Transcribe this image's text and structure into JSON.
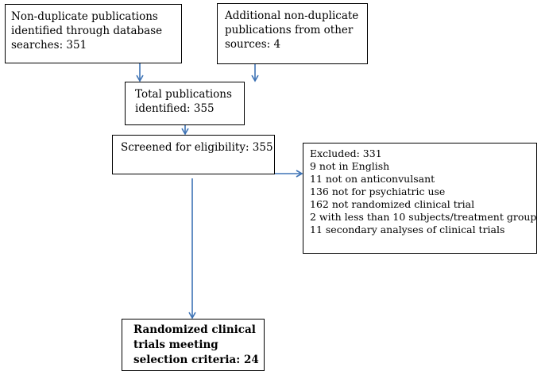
{
  "boxes": {
    "database": {
      "lines": [
        "Non-duplicate publications",
        "identified through database",
        "searches:  351"
      ]
    },
    "other_sources": {
      "lines": [
        "Additional non-duplicate",
        "publications from other",
        "sources: 4"
      ]
    },
    "total": {
      "lines": [
        "Total publications",
        "identified: 355"
      ]
    },
    "screened": {
      "lines": [
        "Screened for eligibility: 355"
      ]
    },
    "excluded": {
      "lines": [
        "Excluded: 331",
        "9 not in English",
        "11 not on anticonvulsant",
        "136 not for psychiatric use",
        "162 not randomized clinical trial",
        "2 with less than 10 subjects/treatment group",
        "11 secondary analyses of clinical trials"
      ]
    },
    "included": {
      "lines": [
        "Randomized clinical",
        "trials meeting",
        "selection criteria:  24"
      ]
    }
  },
  "colors": {
    "arrow": "#3e73b5",
    "border": "#000000"
  }
}
